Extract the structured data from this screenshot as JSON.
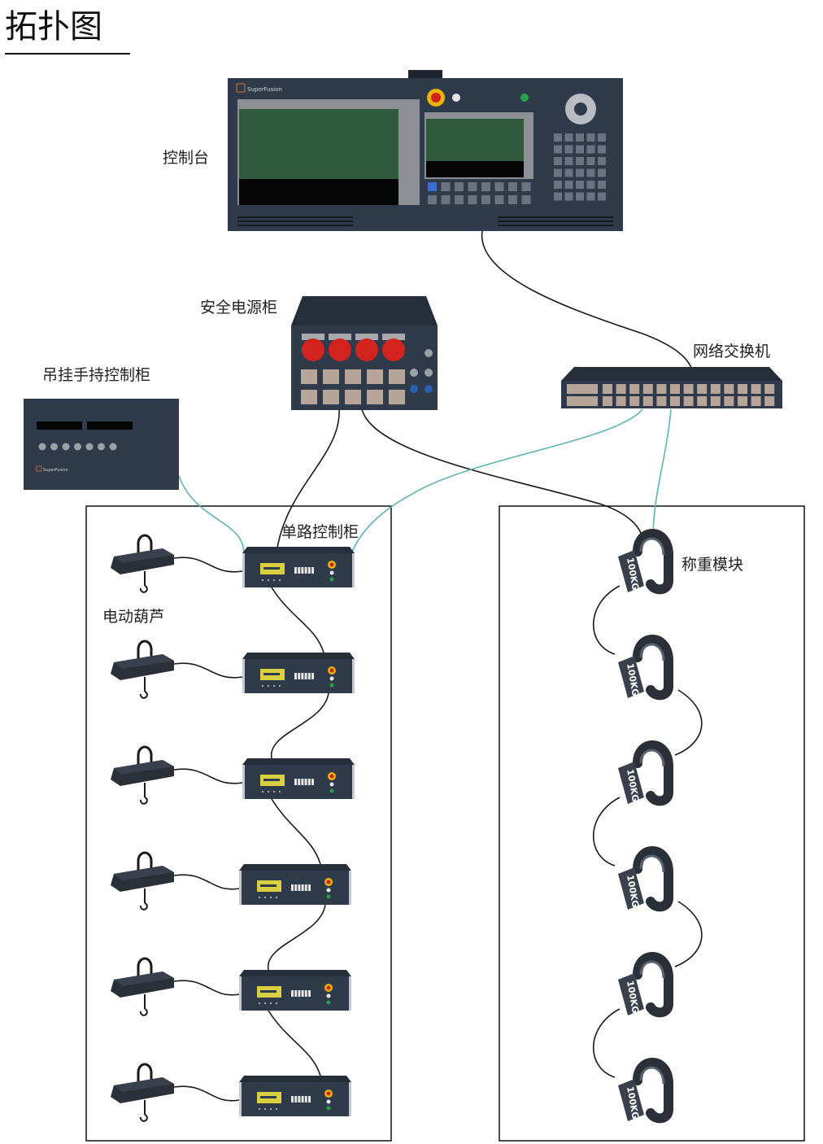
{
  "title": "拓扑图",
  "labels": {
    "console": "控制台",
    "power_cabinet": "安全电源柜",
    "handheld_cabinet": "吊挂手持控制柜",
    "switch": "网络交换机",
    "single_cabinet": "单路控制柜",
    "hoist": "电动葫芦",
    "weighing": "称重模块"
  },
  "brand": "SuperFusion",
  "shackle_text": "100KG",
  "hoist_rows": 6,
  "shackle_count": 6,
  "colors": {
    "device_body": "#2f3a4b",
    "screen_green": "#2f5a3c",
    "socket_red": "#d2231f",
    "network_cable": "#5fb3b3",
    "power_cable": "#1a1a1a"
  }
}
